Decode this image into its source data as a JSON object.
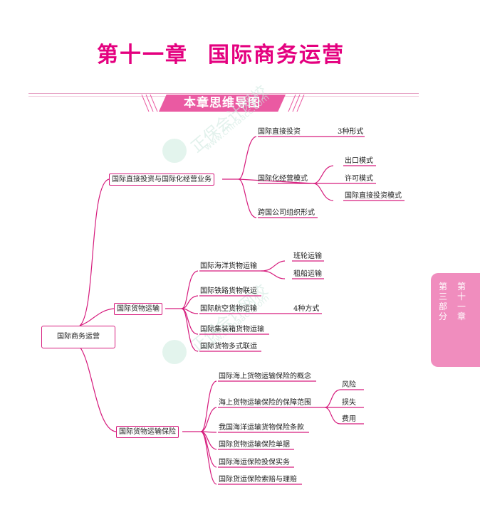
{
  "title": {
    "part1": "第十一章",
    "part2": "国际商务运营"
  },
  "banner": "本章思维导图",
  "side_tab": {
    "col1": "第三部分",
    "col2": "第十一章"
  },
  "watermark": {
    "text1": "正保会计网校",
    "text2": "www.chinaacc.com"
  },
  "mindmap": {
    "root": "国际商务运营",
    "branch1": {
      "label": "国际直接投资与国际化经营业务",
      "a": {
        "label": "国际直接投资",
        "leaf": "3种形式"
      },
      "b": {
        "label": "国际化经营模式",
        "leaves": [
          "出口模式",
          "许可模式",
          "国际直接投资模式"
        ]
      },
      "c": {
        "label": "跨国公司组织形式"
      }
    },
    "branch2": {
      "label": "国际货物运输",
      "a": {
        "label": "国际海洋货物运输",
        "leaves": [
          "班轮运输",
          "租船运输"
        ]
      },
      "b": {
        "label": "国际铁路货物联运"
      },
      "c": {
        "label": "国际航空货物运输",
        "leaf": "4种方式"
      },
      "d": {
        "label": "国际集装箱货物运输"
      },
      "e": {
        "label": "国际货物多式联运"
      }
    },
    "branch3": {
      "label": "国际货物运输保险",
      "a": {
        "label": "国际海上货物运输保险的概念"
      },
      "b": {
        "label": "海上货物运输保险的保障范围",
        "leaves": [
          "风险",
          "损失",
          "费用"
        ]
      },
      "c": {
        "label": "我国海洋运输货物保险条款"
      },
      "d": {
        "label": "国际货物运输保险单据"
      },
      "e": {
        "label": "国际海运保险投保实务"
      },
      "f": {
        "label": "国际货运保险索赔与理赔"
      }
    }
  },
  "colors": {
    "accent": "#e4007f",
    "banner": "#ea5aa2",
    "tab": "#f08dbe",
    "line": "#d61c7d"
  }
}
